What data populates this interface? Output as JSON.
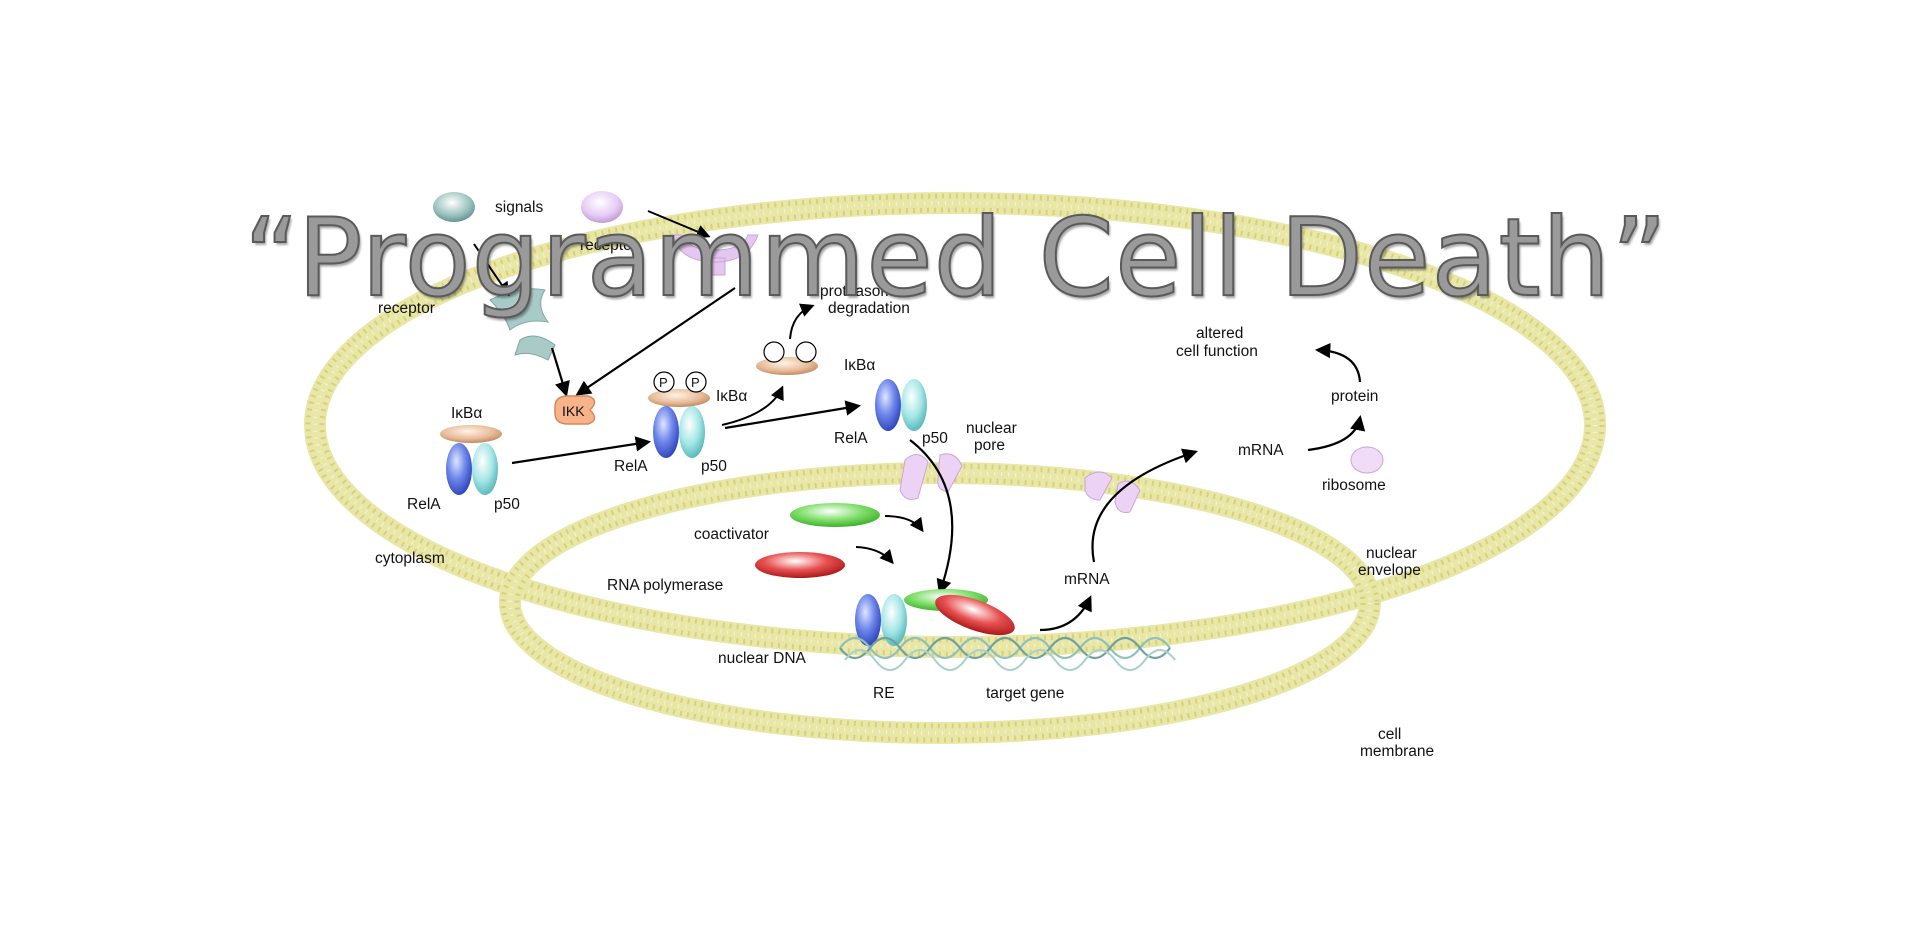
{
  "title": "“Programmed Cell Death”",
  "labels": {
    "signals": "signals",
    "receptor_top": "receptor",
    "receptor_left": "receptor",
    "proteasome_degradation": "proteasome\ndegradation",
    "altered_cell_function": "altered\ncell function",
    "ikba_1": "IκBα",
    "ikba_2": "IκBα",
    "ikba_3": "IκBα",
    "ikk": "IKK",
    "p_left": "P",
    "p_right": "P",
    "rela_1": "RelA",
    "p50_1": "p50",
    "rela_2": "RelA",
    "p50_2": "p50",
    "rela_3": "RelA",
    "p50_3": "p50",
    "nuclear_pore": "nuclear\npore",
    "protein": "protein",
    "mrna_cyto": "mRNA",
    "ribosome": "ribosome",
    "coactivator": "coactivator",
    "rna_polymerase": "RNA polymerase",
    "cytoplasm": "cytoplasm",
    "mrna_nuc": "mRNA",
    "nuclear_envelope": "nuclear\nenvelope",
    "nuclear_dna": "nuclear DNA",
    "re": "RE",
    "target_gene": "target gene",
    "cell_membrane": "cell\nmembrane"
  },
  "colors": {
    "membrane": "#e8e6a0",
    "title_fill": "#9a9a9a",
    "rela": "#5f7de8",
    "p50": "#9ee0e0",
    "ikba": "#e6b894",
    "ikk": "#f6b484",
    "coactivator": "#7fdc6a",
    "polymerase": "#e04a4a",
    "receptor": "#e2c2ee",
    "signal_teal": "#8fb8b4",
    "signal_violet": "#e4c6f2"
  }
}
